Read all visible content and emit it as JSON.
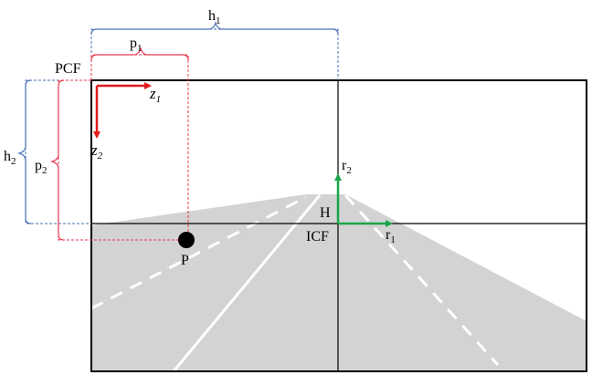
{
  "labels": {
    "h": "h",
    "h_sub1": "1",
    "h_sub2": "2",
    "p": "p",
    "p_sub1": "1",
    "p_sub2": "2",
    "pcf": "PCF",
    "z": "z",
    "z_sub1": "1",
    "z_sub2": "2",
    "r": "r",
    "r_sub1": "1",
    "r_sub2": "2",
    "H": "H",
    "icf": "ICF",
    "P": "P"
  },
  "colors": {
    "frame": "#000000",
    "road": "#d3d3d3",
    "lane_marking": "#ffffff",
    "pcf_axis": "#e41a1c",
    "icf_axis": "#1aa64a",
    "h_bracket": "#4a6fb5",
    "p_bracket": "#e8384f",
    "point": "#000000"
  }
}
